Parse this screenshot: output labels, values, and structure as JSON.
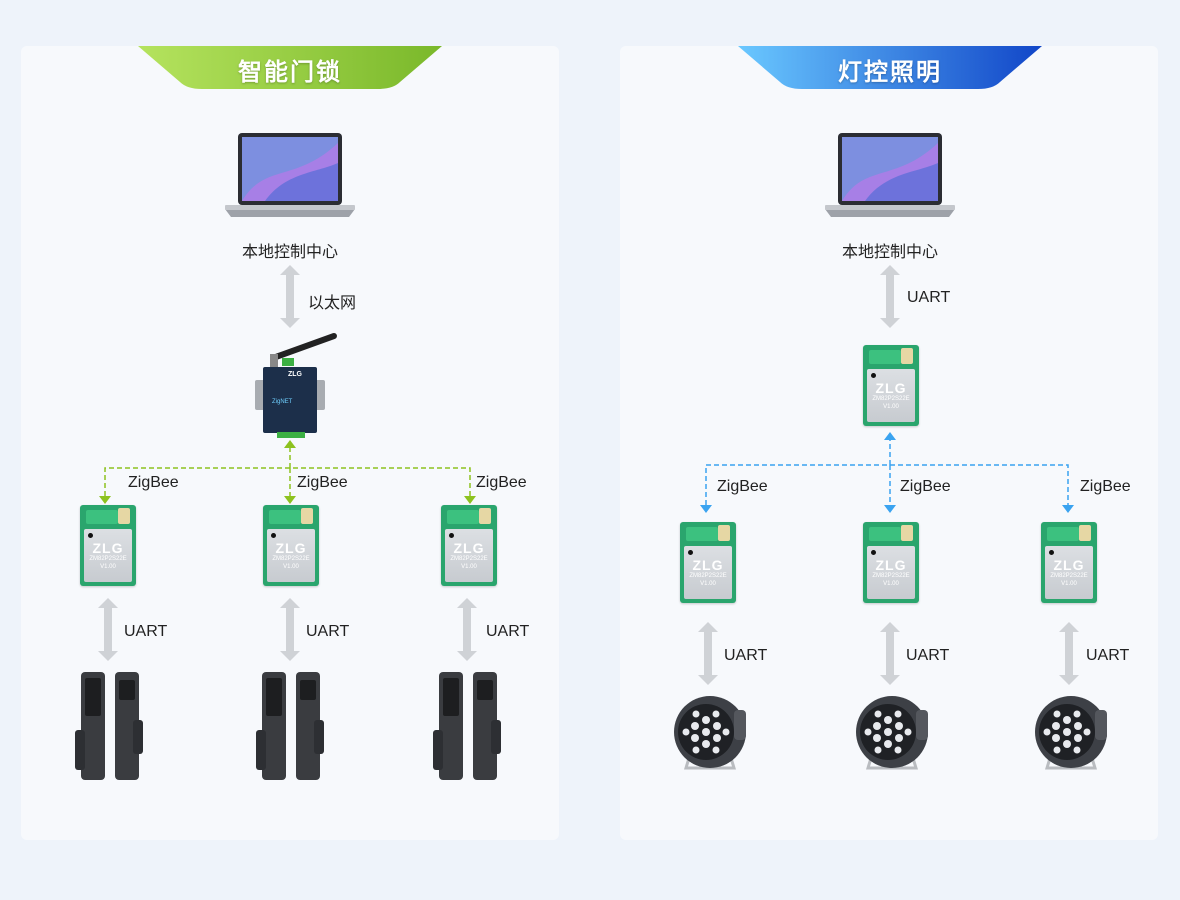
{
  "left": {
    "title": "智能门锁",
    "control_center": "本地控制中心",
    "link_label": "以太网",
    "gateway": {
      "brand": "ZLG",
      "model": "ZigNET"
    },
    "zigbee_label": "ZigBee",
    "uart_label": "UART",
    "end_device": "door-lock"
  },
  "right": {
    "title": "灯控照明",
    "control_center": "本地控制中心",
    "link_label": "UART",
    "zigbee_label": "ZigBee",
    "uart_label": "UART",
    "end_device": "spotlight"
  },
  "module": {
    "logo": "ZLG",
    "part_number": "ZM82P2S22E",
    "version": "V1.00"
  },
  "colors": {
    "green": "#8cc63f",
    "blue": "#2a7de1",
    "zigbee_green": "#8dc21f",
    "zigbee_blue": "#3aa3f0",
    "arrow_gray": "#cfd2d6"
  }
}
